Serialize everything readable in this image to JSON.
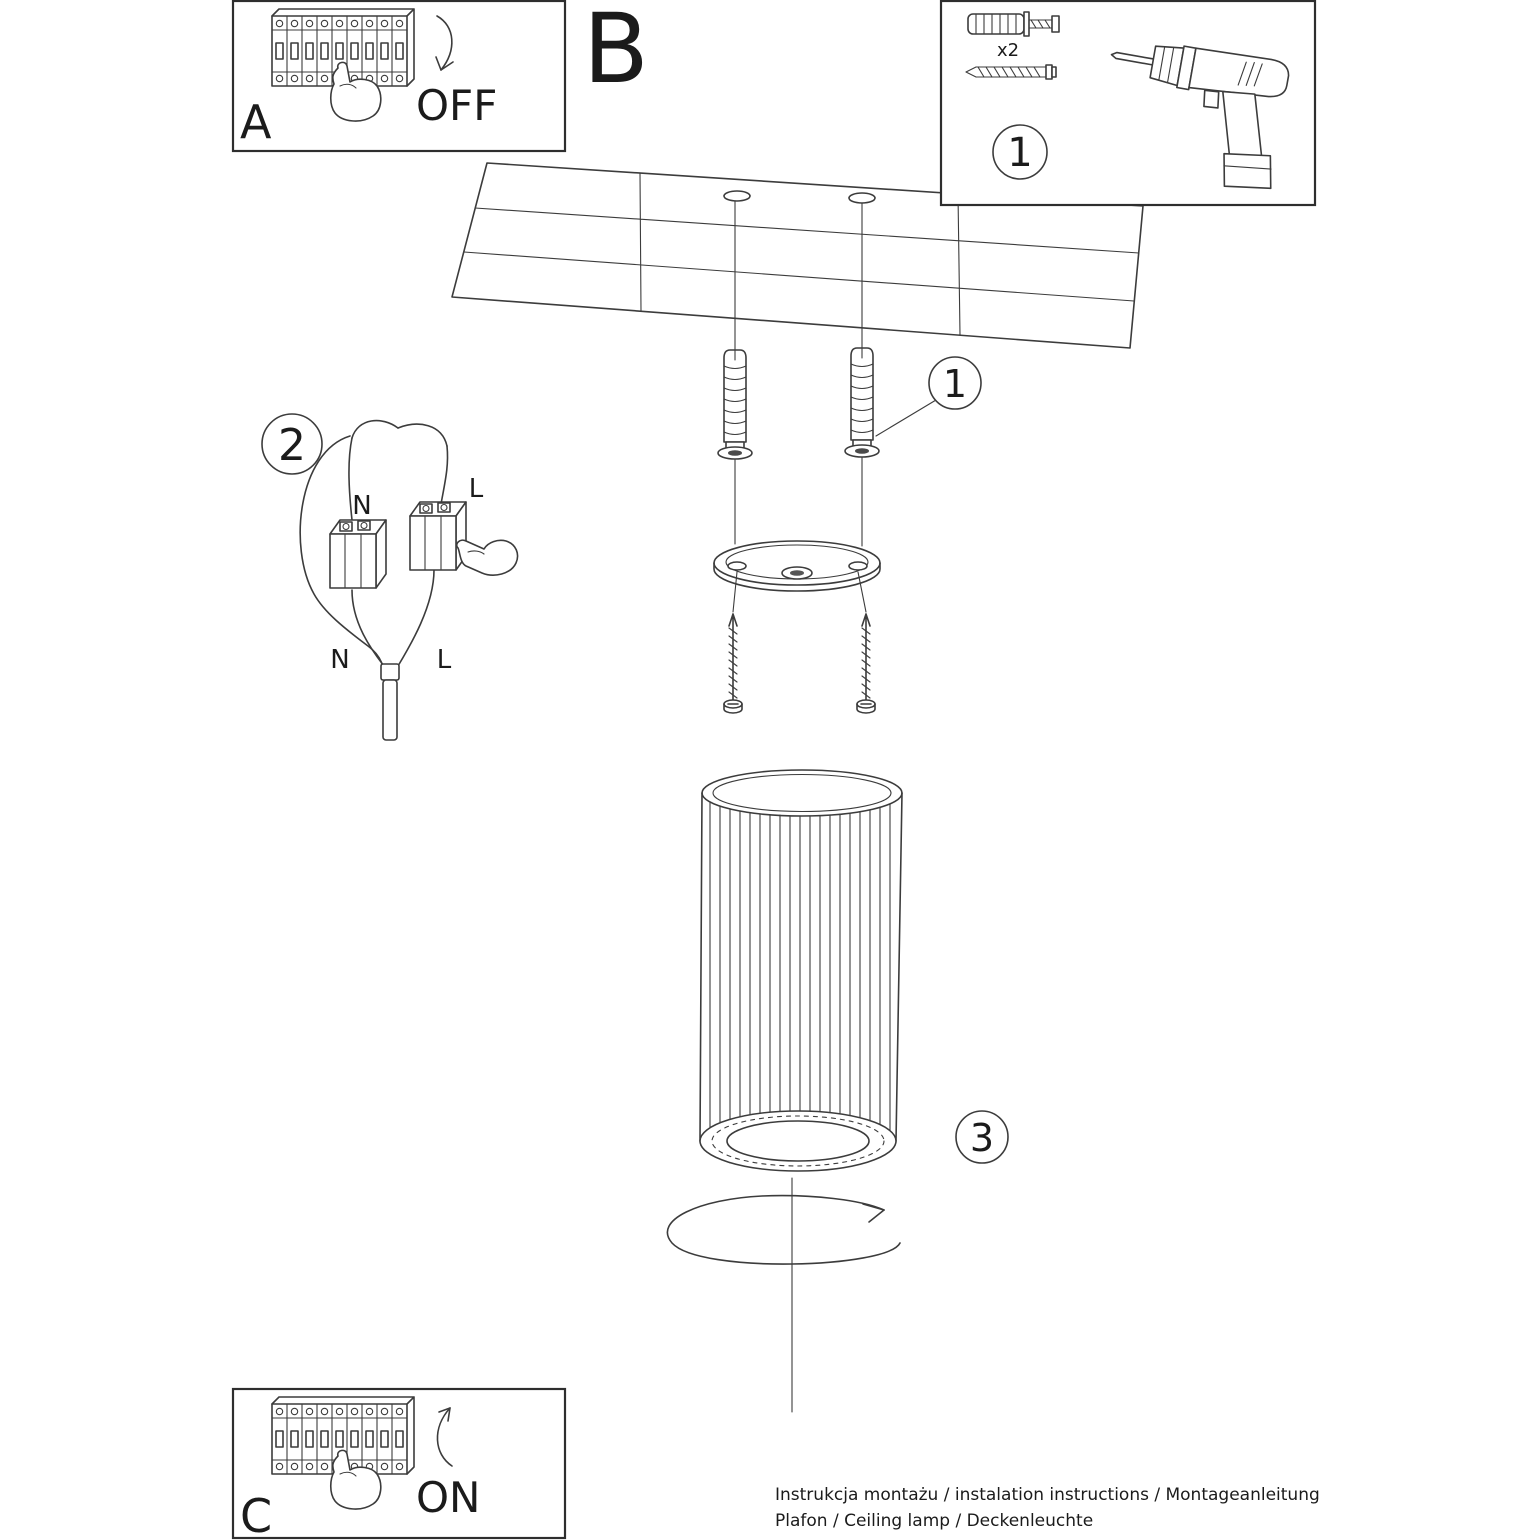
{
  "labels": {
    "step_a": "A",
    "step_b": "B",
    "step_c": "C",
    "off": "OFF",
    "on": "ON",
    "kit_number": "1",
    "kit_qty": "x2",
    "anchor_callout": "1",
    "wiring_number": "2",
    "shade_callout": "3",
    "wire_n_top": "N",
    "wire_l_top": "L",
    "wire_n_bottom": "N",
    "wire_l_bottom": "L"
  },
  "footer": {
    "line1": "Instrukcja montażu / instalation instructions / Montageanleitung",
    "line2": "Plafon / Ceiling lamp / Deckenleuchte"
  }
}
